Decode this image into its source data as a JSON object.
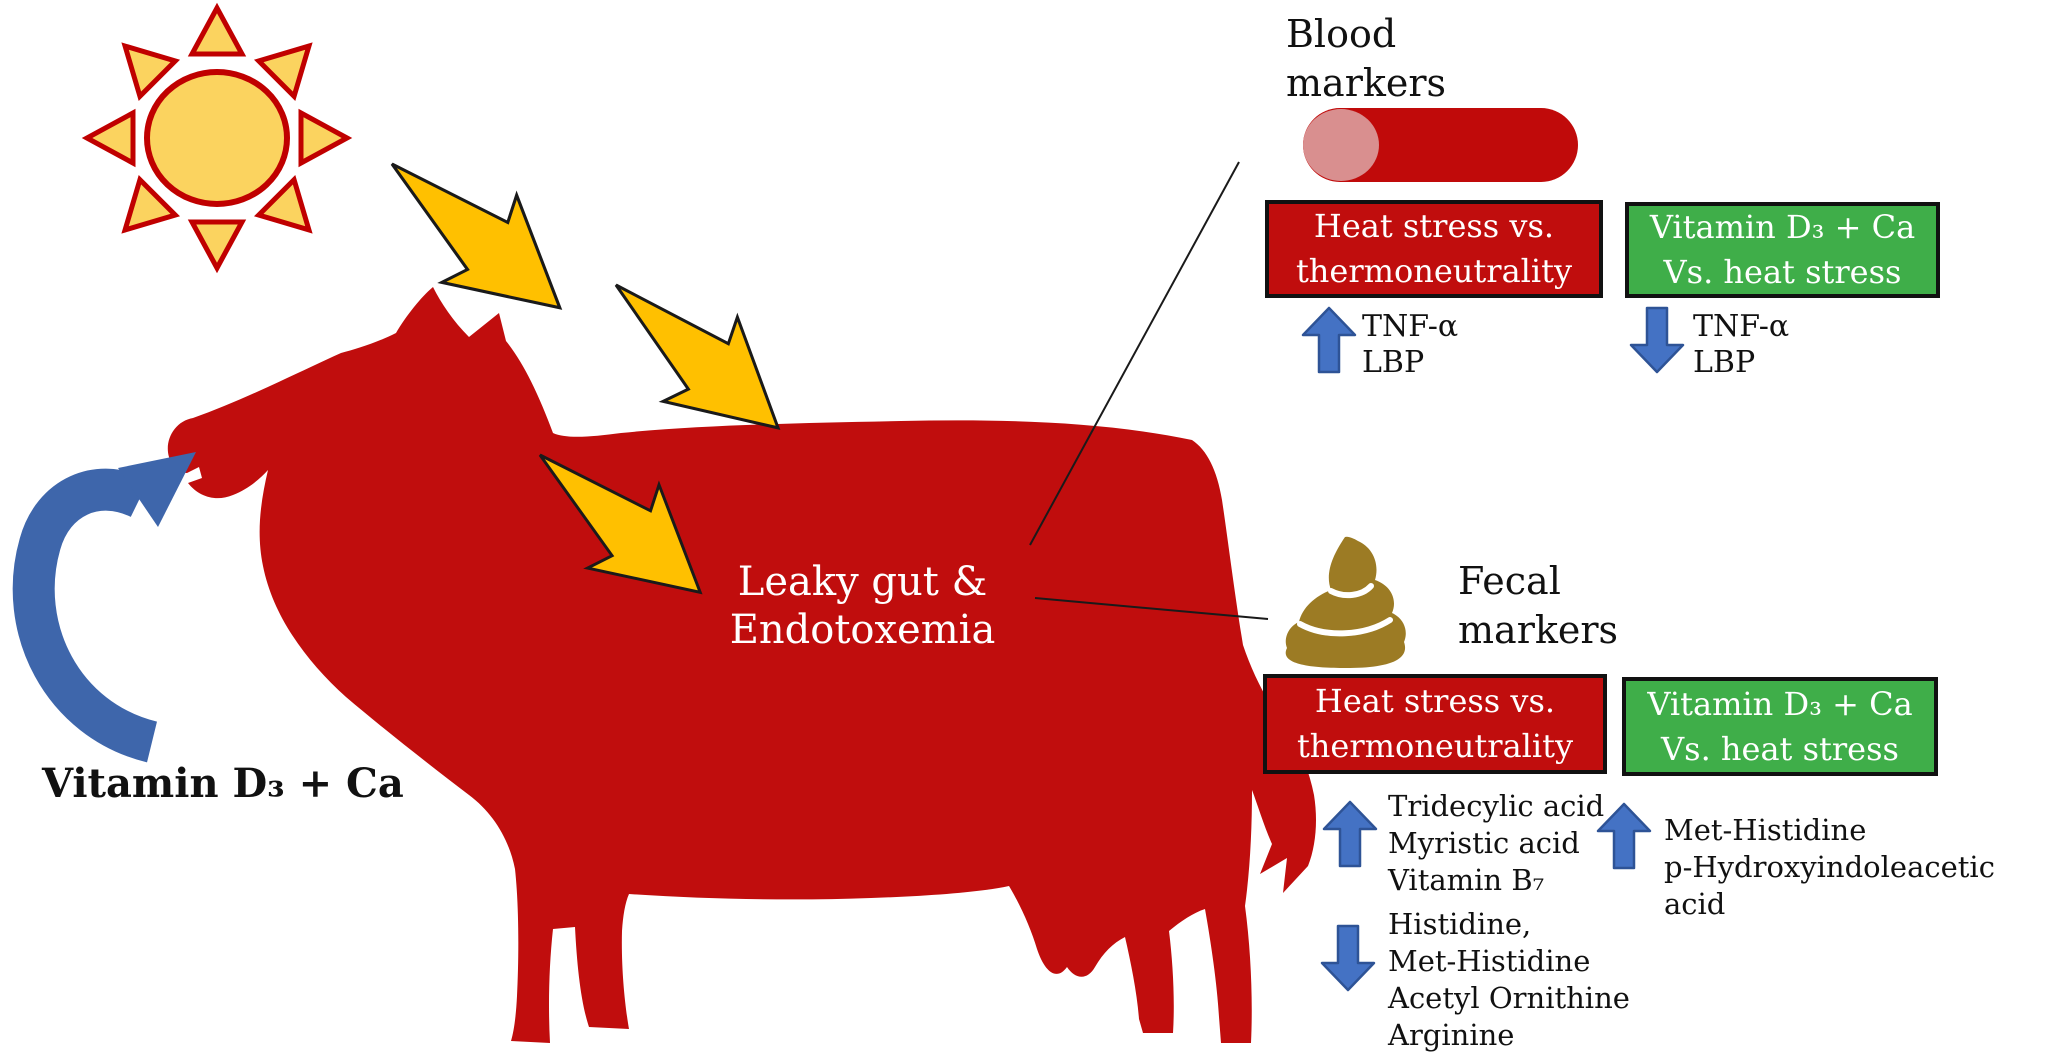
{
  "figure": {
    "description": "Heat-stressed dairy cow leaky gut diagram",
    "cow_label": "Leaky gut &\nEndotoxemia",
    "vitamin_intake_label": "Vitamin D₃ + Ca"
  },
  "blood_panel": {
    "title": "Blood\nmarkers",
    "heat_box_label": "Heat stress vs.\nthermoneutrality",
    "vitamin_box_label": "Vitamin D₃ + Ca\nVs. heat stress",
    "increased_markers": "TNF-α\nLBP",
    "decreased_markers": "TNF-α\nLBP"
  },
  "fecal_panel": {
    "title": "Fecal\nmarkers",
    "heat_box_label": "Heat stress vs.\nthermoneutrality",
    "vitamin_box_label": "Vitamin D₃ + Ca\nVs. heat stress",
    "increased_markers_heat": "Tridecylic acid\nMyristic acid\nVitamin B₇",
    "increased_markers_vitamin": "Met-Histidine\np-Hydroxyindoleacetic acid",
    "decreased_markers_heat": "Histidine,\nMet-Histidine\nAcetyl Ornithine\nArginine"
  },
  "icons": {
    "sun": "sun-icon",
    "heat_arrows": "heat-arrow-icon",
    "intake_arrow": "curved-intake-arrow-icon",
    "blood_vessel": "blood-vessel-icon",
    "feces": "feces-icon",
    "up_arrow": "increase-arrow-icon",
    "down_arrow": "decrease-arrow-icon"
  },
  "colors": {
    "cow_red": "#C00D0D",
    "box_red": "#C00D0D",
    "box_green": "#3FAE49",
    "block_arrow_blue": "#4472C4",
    "block_arrow_blue_border": "#2E5396",
    "intake_arrow_blue": "#3E66AB",
    "heat_arrow_orange": "#FFC000",
    "sun_yellow": "#FBD35F",
    "sun_border_red": "#C00000",
    "feces_brown": "#9C7B24",
    "blood_red": "#C00A0A",
    "blood_light": "#D98F8F"
  }
}
